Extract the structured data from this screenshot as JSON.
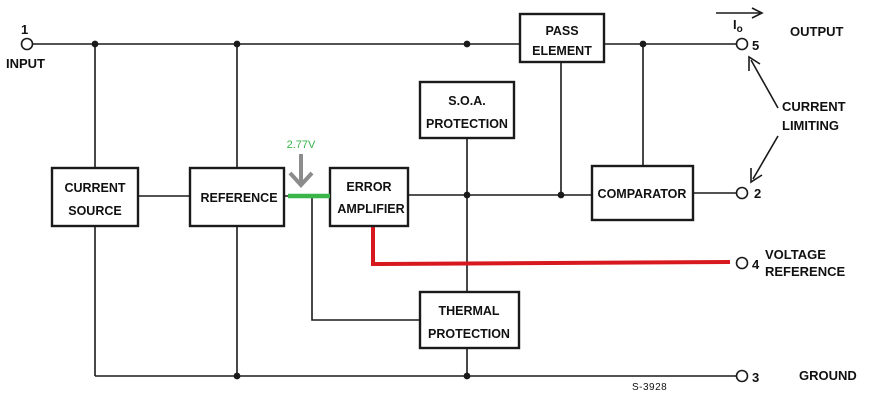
{
  "blocks": {
    "current_source": [
      "CURRENT",
      "SOURCE"
    ],
    "reference": [
      "REFERENCE"
    ],
    "error_amplifier": [
      "ERROR",
      "AMPLIFIER"
    ],
    "soa_protection": [
      "S.O.A.",
      "PROTECTION"
    ],
    "pass_element": [
      "PASS",
      "ELEMENT"
    ],
    "comparator": [
      "COMPARATOR"
    ],
    "thermal_protection": [
      "THERMAL",
      "PROTECTION"
    ]
  },
  "pins": {
    "input": {
      "number": "1",
      "label": "INPUT"
    },
    "output": {
      "number": "5",
      "label": "OUTPUT"
    },
    "current_limit": {
      "number": "2"
    },
    "voltage_reference": {
      "number": "4",
      "label_lines": [
        "VOLTAGE",
        "REFERENCE"
      ]
    },
    "ground": {
      "number": "3",
      "label": "GROUND"
    }
  },
  "annotations": {
    "current_limiting": [
      "CURRENT",
      "LIMITING"
    ],
    "output_current": {
      "main": "I",
      "sub": "o"
    },
    "voltage_marker": "2.77V",
    "drawing_code": "S-3928"
  },
  "colors": {
    "ink": "#1a1a1a",
    "voltage_marker": "#39b54a",
    "marker_arrow": "#8c8c8c",
    "highlight_wire": "#d7191f"
  }
}
